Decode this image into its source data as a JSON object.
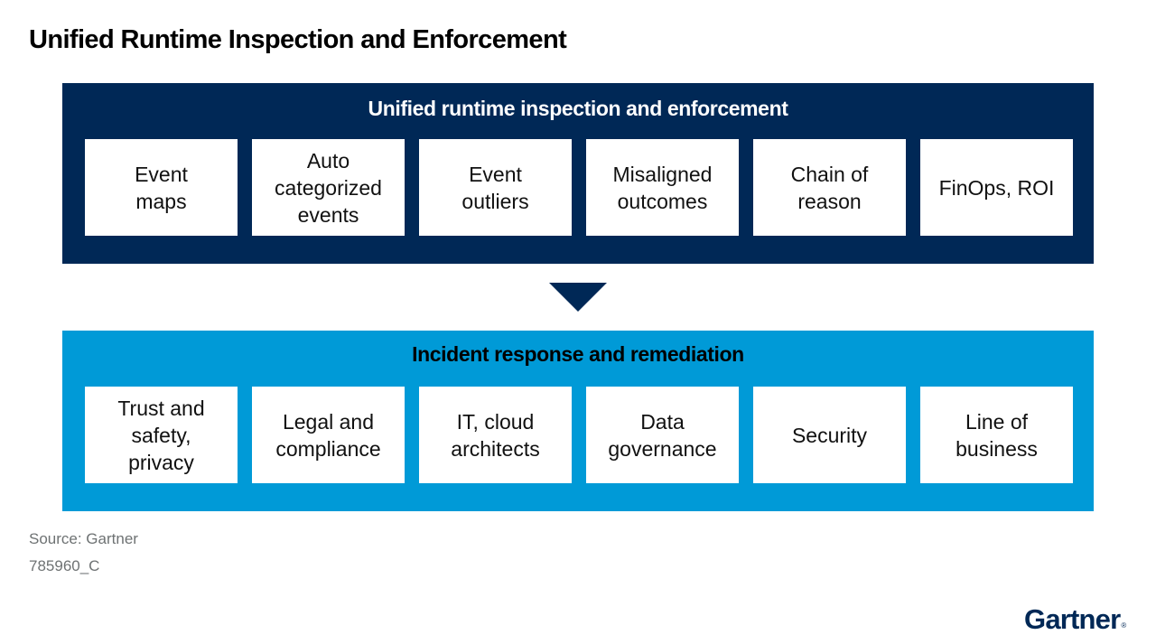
{
  "title": "Unified Runtime Inspection and Enforcement",
  "colors": {
    "top_panel": "#002856",
    "bottom_panel": "#009ad7",
    "arrow": "#002856",
    "logo": "#002856"
  },
  "top_panel": {
    "heading": "Unified runtime inspection and enforcement",
    "items": [
      {
        "label": "Event\nmaps"
      },
      {
        "label": "Auto\ncategorized\nevents"
      },
      {
        "label": "Event\noutliers"
      },
      {
        "label": "Misaligned\noutcomes"
      },
      {
        "label": "Chain of\nreason"
      },
      {
        "label": "FinOps, ROI"
      }
    ]
  },
  "arrow_icon": "down-triangle",
  "bottom_panel": {
    "heading": "Incident response and remediation",
    "items": [
      {
        "label": "Trust and\nsafety,\nprivacy"
      },
      {
        "label": "Legal and\ncompliance"
      },
      {
        "label": "IT, cloud\narchitects"
      },
      {
        "label": "Data\ngovernance"
      },
      {
        "label": "Security"
      },
      {
        "label": "Line of\nbusiness"
      }
    ]
  },
  "footer": {
    "source": "Source: Gartner",
    "doc_id": "785960_C"
  },
  "logo": {
    "text": "Gartner",
    "mark": "®"
  }
}
